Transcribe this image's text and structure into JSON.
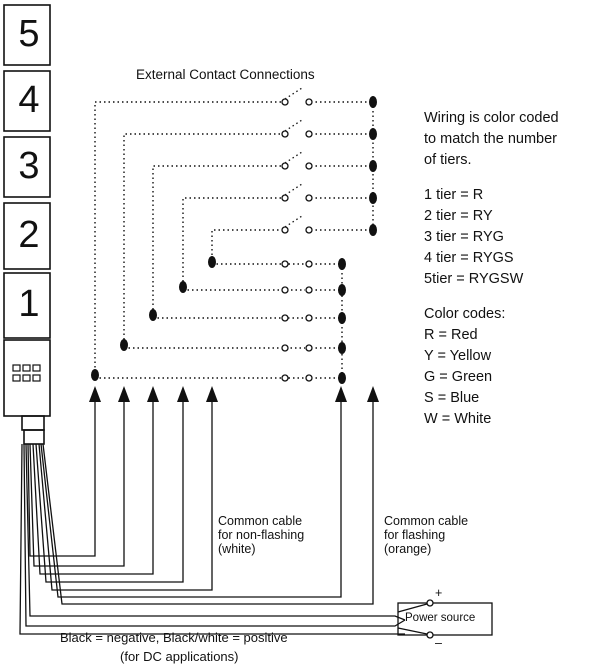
{
  "title": "External Contact Connections",
  "tiers": [
    "5",
    "4",
    "3",
    "2",
    "1"
  ],
  "note": {
    "heading_lines": [
      "Wiring is color coded",
      "to match the number",
      "of tiers."
    ],
    "tier_list": [
      "1 tier = R",
      "2 tier = RY",
      "3 tier = RYG",
      "4 tier = RYGS",
      "5​tier = RYGSW"
    ],
    "color_heading": "Color codes:",
    "color_list": [
      "R = Red",
      "Y = Yellow",
      "G = Green",
      "S = Blue",
      "W = White"
    ]
  },
  "labels": {
    "nonflash": [
      "Common cable",
      "for non-flashing",
      "(white)"
    ],
    "flash": [
      "Common cable",
      "for flashing",
      "(orange)"
    ],
    "power": "Power source",
    "plus": "+",
    "minus": "–",
    "bottom1": "Black = negative, Black/white = positive",
    "bottom2": "(for DC applications)"
  }
}
